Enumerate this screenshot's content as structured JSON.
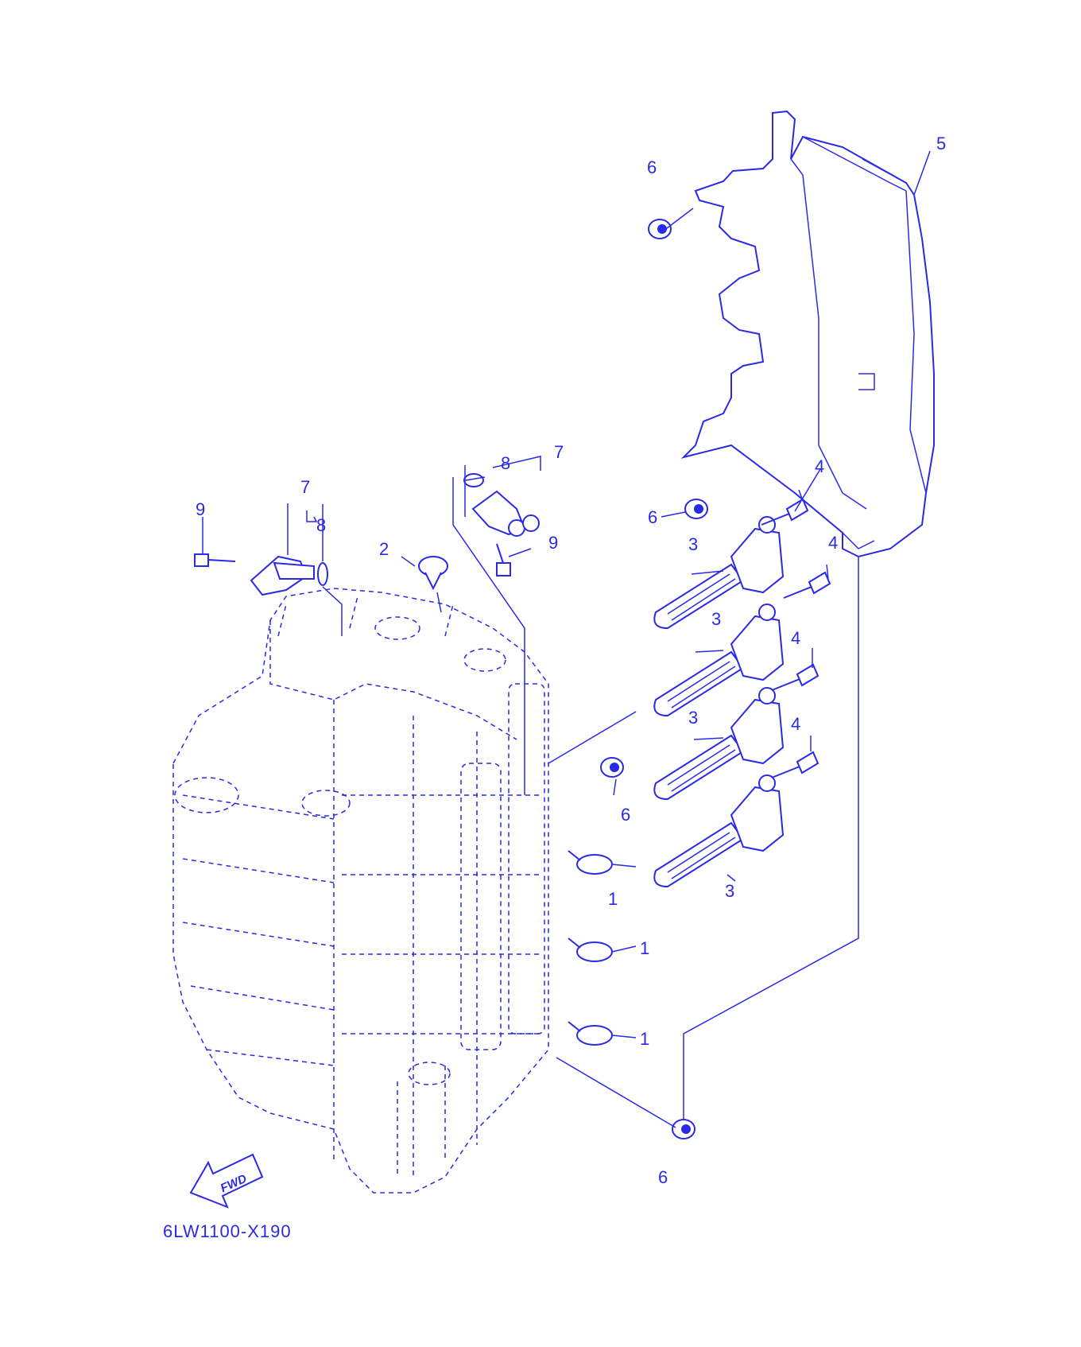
{
  "diagram": {
    "code": "6LW1100-X190",
    "fwd_label": "FWD",
    "callouts": {
      "c1a": "1",
      "c1b": "1",
      "c1c": "1",
      "c2": "2",
      "c3a": "3",
      "c3b": "3",
      "c3c": "3",
      "c3d": "3",
      "c4a": "4",
      "c4b": "4",
      "c4c": "4",
      "c4d": "4",
      "c5": "5",
      "c6a": "6",
      "c6b": "6",
      "c6c": "6",
      "c6d": "6",
      "c7a": "7",
      "c7b": "7",
      "c8a": "8",
      "c8b": "8",
      "c9a": "9",
      "c9b": "9"
    },
    "colors": {
      "ink": "#2a2ae6",
      "background": "#ffffff"
    }
  }
}
